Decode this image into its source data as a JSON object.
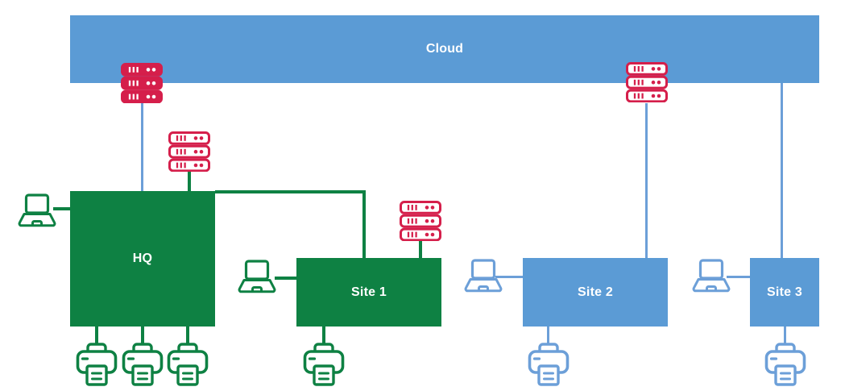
{
  "diagram_title": "Cloud",
  "nodes": {
    "cloud": {
      "label": "Cloud",
      "type": "cloud-zone",
      "color": "#5B9BD5"
    },
    "hq": {
      "label": "HQ",
      "type": "site-zone",
      "color": "#0E8143"
    },
    "site1": {
      "label": "Site 1",
      "type": "site-zone",
      "color": "#0E8143"
    },
    "site2": {
      "label": "Site 2",
      "type": "site-zone",
      "color": "#5B9BD5"
    },
    "site3": {
      "label": "Site 3",
      "type": "site-zone",
      "color": "#5B9BD5"
    }
  },
  "palette": {
    "green": "#0E8143",
    "blue": "#5B9BD5",
    "blue_line": "#6C9FD8",
    "red": "#D51F4B",
    "label_text": "#FFFFFF",
    "background": "#FFFFFF"
  },
  "icons": {
    "server_rack_filled_red": 1,
    "server_rack_outline_red": 3,
    "laptop_green": 2,
    "laptop_blue": 2,
    "printer_green": 4,
    "printer_blue": 2
  },
  "edges": [
    {
      "from": "server-rack-1",
      "to": "hq",
      "color": "blue"
    },
    {
      "from": "server-rack-2",
      "to": "hq",
      "color": "green"
    },
    {
      "from": "laptop-1",
      "to": "hq",
      "color": "green"
    },
    {
      "from": "hq",
      "to": "site1",
      "color": "green"
    },
    {
      "from": "server-rack-3",
      "to": "site1",
      "color": "green"
    },
    {
      "from": "laptop-2",
      "to": "site1",
      "color": "green"
    },
    {
      "from": "server-rack-4",
      "to": "site2",
      "color": "blue"
    },
    {
      "from": "laptop-3",
      "to": "site2",
      "color": "blue"
    },
    {
      "from": "cloud",
      "to": "site3",
      "color": "blue"
    },
    {
      "from": "laptop-4",
      "to": "site3",
      "color": "blue"
    },
    {
      "from": "hq",
      "to": "printer-1",
      "color": "green"
    },
    {
      "from": "hq",
      "to": "printer-2",
      "color": "green"
    },
    {
      "from": "hq",
      "to": "printer-3",
      "color": "green"
    },
    {
      "from": "site1",
      "to": "printer-4",
      "color": "green"
    },
    {
      "from": "site2",
      "to": "printer-5",
      "color": "blue"
    },
    {
      "from": "site3",
      "to": "printer-6",
      "color": "blue"
    }
  ]
}
